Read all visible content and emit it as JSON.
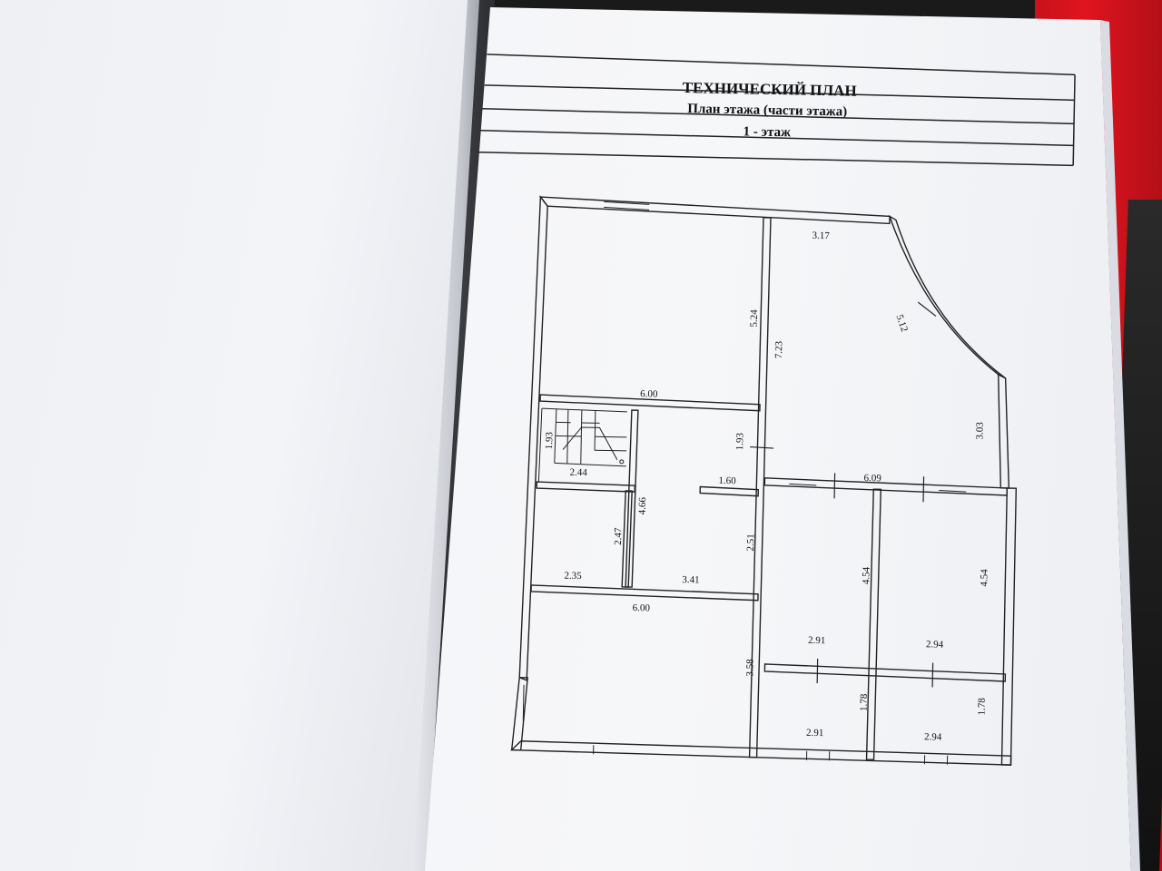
{
  "document": {
    "title": "ТЕХНИЧЕСКИЙ ПЛАН",
    "subtitle": "План этажа (части этажа)",
    "floor": "1 - этаж"
  },
  "dimensions": {
    "d_317": "3.17",
    "d_512": "5.12",
    "d_524": "5.24",
    "d_723": "7.23",
    "d_600_top": "6.00",
    "d_303": "3.03",
    "d_193_stair": "1.93",
    "d_244": "2.44",
    "d_193_hall": "1.93",
    "d_160": "1.60",
    "d_609": "6.09",
    "d_466": "4.66",
    "d_247": "2.47",
    "d_235": "2.35",
    "d_251": "2.51",
    "d_341": "3.41",
    "d_454_left": "4.54",
    "d_454_right": "4.54",
    "d_600_bottom": "6.00",
    "d_291_upper": "2.91",
    "d_294_upper": "2.94",
    "d_358": "3.58",
    "d_178_left": "1.78",
    "d_178_right": "1.78",
    "d_291_lower": "2.91",
    "d_294_lower": "2.94"
  },
  "colors": {
    "folder": "#d0121b",
    "paper": "#f4f5f8",
    "ink": "#111111"
  }
}
